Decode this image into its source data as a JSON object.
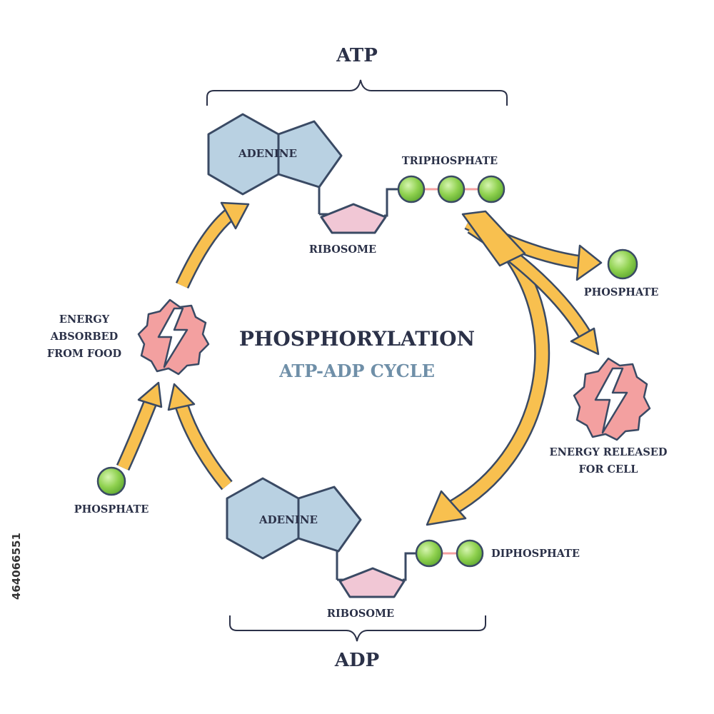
{
  "title": "PHOSPHORYLATION",
  "subtitle": "ATP-ADP CYCLE",
  "atp": {
    "label": "ATP",
    "base_label": "ADENINE",
    "sugar_label": "RIBOSOME",
    "phosphate_group_label": "TRIPHOSPHATE",
    "phosphate_count": 3
  },
  "adp": {
    "label": "ADP",
    "base_label": "ADENINE",
    "sugar_label": "RIBOSOME",
    "phosphate_group_label": "DIPHOSPHATE",
    "phosphate_count": 2
  },
  "left": {
    "energy_lines": [
      "ENERGY",
      "ABSORBED",
      "FROM FOOD"
    ],
    "phosphate_label": "PHOSPHATE"
  },
  "right": {
    "phosphate_label": "PHOSPHATE",
    "energy_lines": [
      "ENERGY RELEASED",
      "FOR CELL"
    ]
  },
  "stock_id": "464066551",
  "colors": {
    "arrow": "#f8c04f",
    "adenine": "#b9d1e2",
    "ribose": "#f1c7d5",
    "phosphate": "#8fd14f",
    "energy_badge": "#f3a0a0",
    "outline": "#3a4a64"
  }
}
